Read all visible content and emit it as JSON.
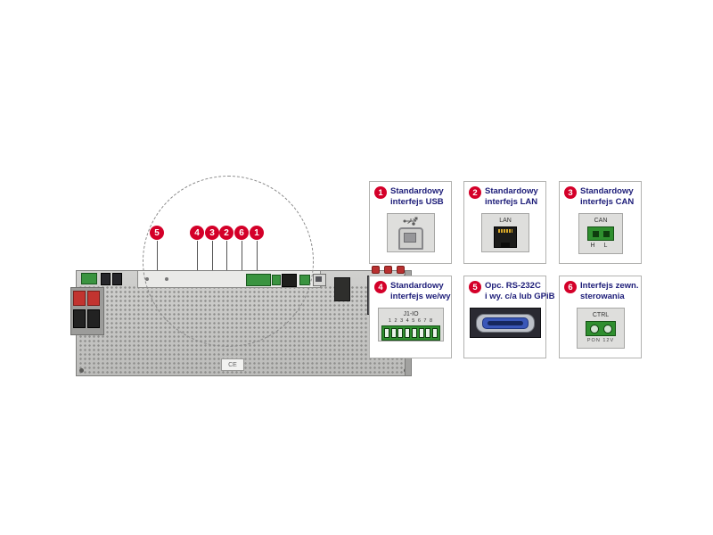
{
  "colors": {
    "badge_red": "#d40029",
    "title_navy": "#1c1c78"
  },
  "panel": {
    "callouts": [
      "5",
      "4",
      "3",
      "2",
      "6",
      "1"
    ],
    "ce_label": "CE"
  },
  "cards": [
    {
      "num": "1",
      "line1": "Standardowy",
      "line2": "interfejs USB"
    },
    {
      "num": "2",
      "line1": "Standardowy",
      "line2": "interfejs LAN",
      "port_label": "LAN"
    },
    {
      "num": "3",
      "line1": "Standardowy",
      "line2": "interfejs CAN",
      "port_label": "CAN",
      "port_sub": "H L"
    },
    {
      "num": "4",
      "line1": "Standardowy",
      "line2": "interfejs we/wy",
      "port_label": "J1-IO",
      "pins": "1 2 3 4 5 6 7 8"
    },
    {
      "num": "5",
      "line1": "Opc. RS-232C",
      "line2": "i wy. c/a lub GPiB"
    },
    {
      "num": "6",
      "line1": "Interfejs zewn.",
      "line2": "sterowania",
      "port_label": "CTRL",
      "port_sub": "PON 12V"
    }
  ]
}
